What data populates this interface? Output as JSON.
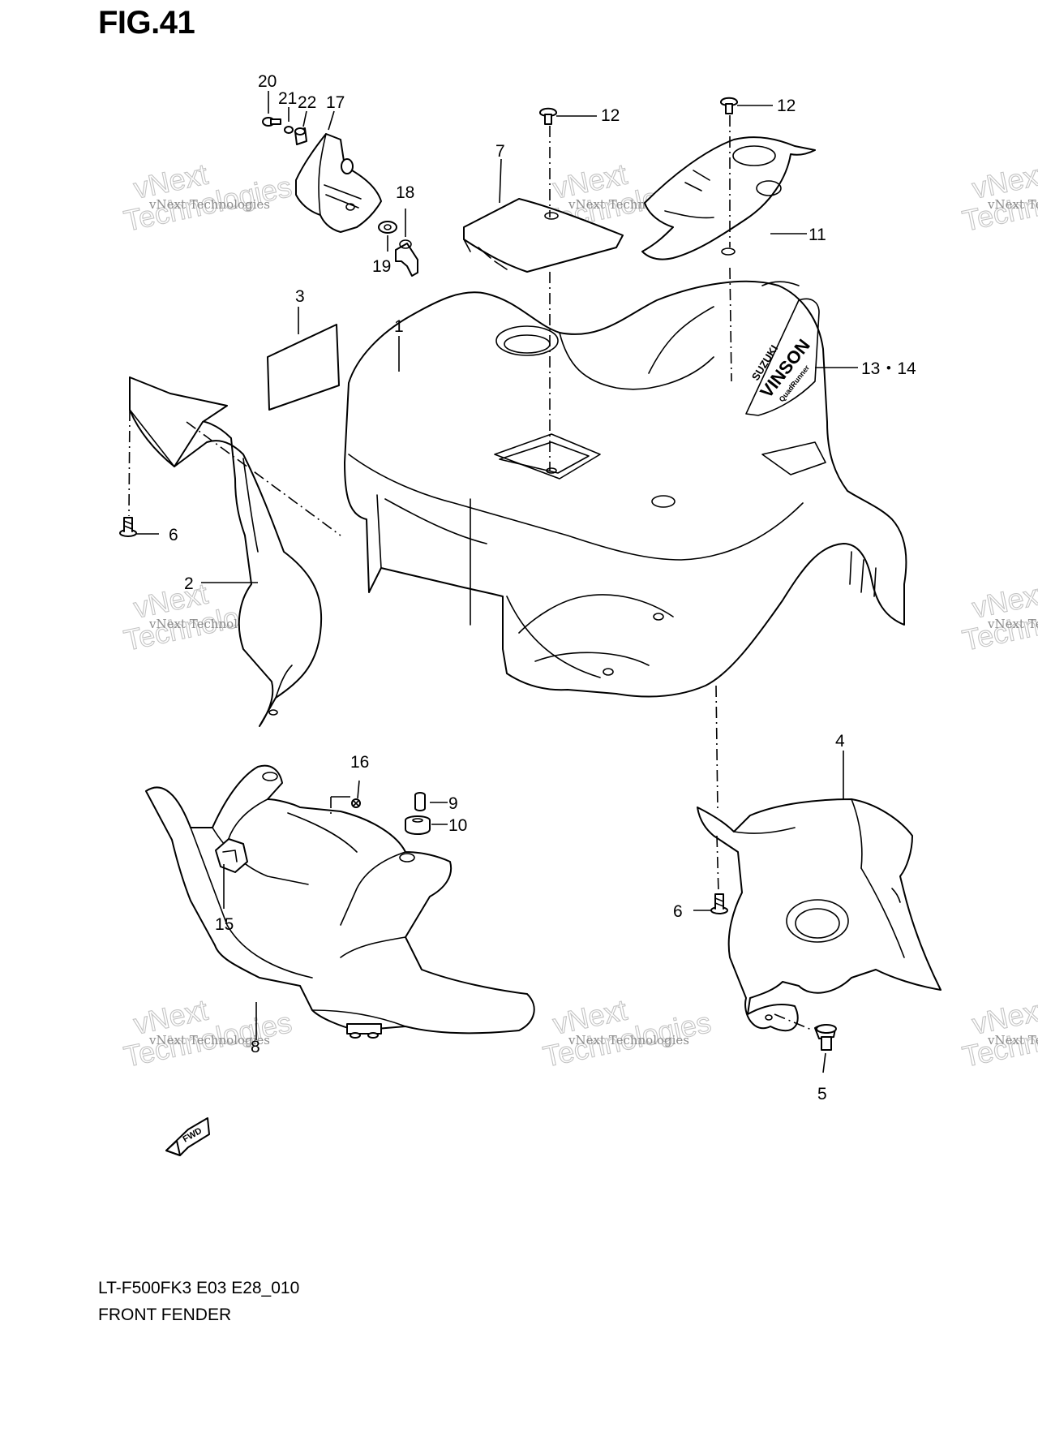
{
  "figure": {
    "title": "FIG.41",
    "model_code": "LT-F500FK3  E03  E28_010",
    "caption": "FRONT FENDER"
  },
  "callouts": {
    "c1": "1",
    "c2": "2",
    "c3": "3",
    "c4": "4",
    "c5": "5",
    "c6a": "6",
    "c6b": "6",
    "c7": "7",
    "c8": "8",
    "c9": "9",
    "c10": "10",
    "c11": "11",
    "c12a": "12",
    "c12b": "12",
    "c13_14": "13・14",
    "c15": "15",
    "c16": "16",
    "c17": "17",
    "c18": "18",
    "c19": "19",
    "c20": "20",
    "c21": "21",
    "c22": "22"
  },
  "decal": {
    "brand": "SUZUKI",
    "model": "VINSON",
    "sub": "QuadRunner"
  },
  "fwd_label": "FWD",
  "watermark": {
    "line_small": "vNext Technologies",
    "line_big_1": "vNext",
    "line_big_2": "Technologies"
  }
}
